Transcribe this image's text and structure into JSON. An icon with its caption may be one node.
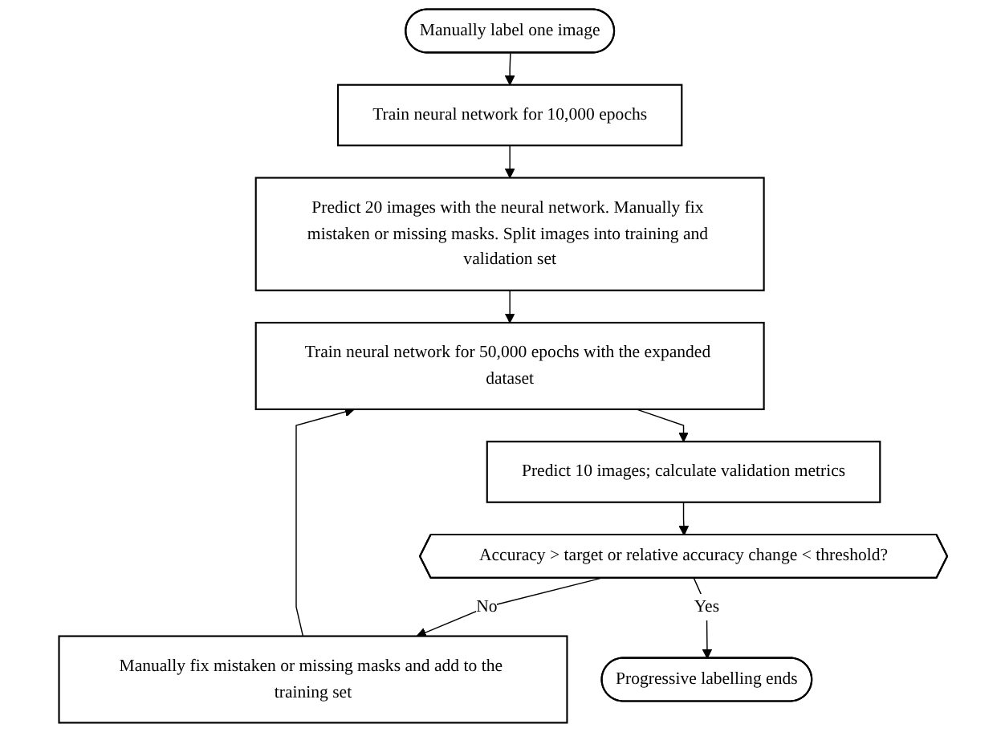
{
  "diagram": {
    "nodes": [
      {
        "text": [
          "Manually label one image"
        ]
      },
      {
        "text": [
          "Train neural network for 10,000 epochs"
        ]
      },
      {
        "text": [
          "Predict 20 images with the neural network. Manually fix mistaken or missing masks. Split images into training and validation set"
        ]
      },
      {
        "text": [
          "Train neural network for 50,000 epochs with the expanded dataset"
        ]
      },
      {
        "text": [
          "Predict 10 images; calculate validation metrics"
        ]
      },
      {
        "text": [
          "Accuracy > target or relative accuracy change < threshold?"
        ]
      },
      {
        "text": [
          "Manually fix mistaken or missing masks and add to the training set"
        ]
      },
      {
        "text": [
          "Progressive labelling ends"
        ]
      }
    ],
    "edges": [
      {
        "from": 0,
        "to": 1,
        "arrow": "to"
      },
      {
        "from": 1,
        "to": 2,
        "arrow": "to"
      },
      {
        "from": 2,
        "to": 3,
        "arrow": "to"
      },
      {
        "from": 3,
        "to": 4,
        "arrow": "to"
      },
      {
        "from": 4,
        "to": 5,
        "arrow": "to"
      },
      {
        "from": 5,
        "to": 6,
        "label": "No",
        "arrow": "to"
      },
      {
        "from": 6,
        "to": 3,
        "arrow": "to"
      },
      {
        "from": 5,
        "to": 7,
        "label": "Yes",
        "arrow": "to"
      }
    ]
  }
}
